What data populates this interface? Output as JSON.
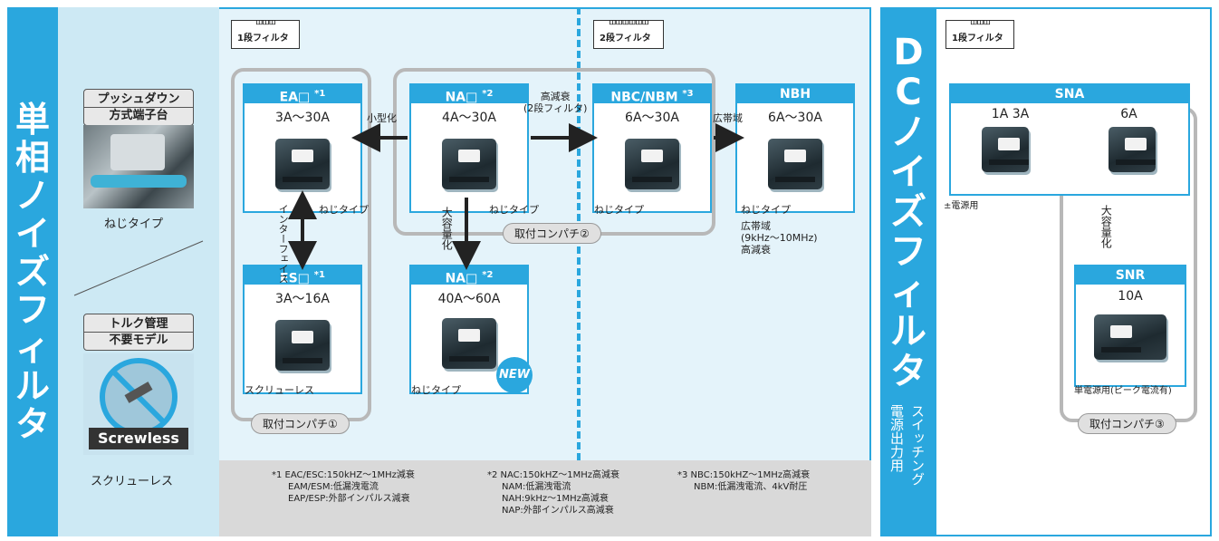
{
  "left_title": "単相ノイズフィルタ",
  "right_title": "DCノイズフィルタ",
  "right_subtitle": [
    "スイッチング",
    "電源出力用"
  ],
  "stage_labels": {
    "one": "1段フィルタ",
    "two": "2段フィルタ",
    "dc_one": "1段フィルタ",
    "coil_one": "ꟺꟺꟺ",
    "coil_two": "ꟺꟺꟺꟺꟺꟺ"
  },
  "left_panel": {
    "push_heading": [
      "プッシュダウン",
      "方式端子台"
    ],
    "push_caption": "ねじタイプ",
    "torque_heading": [
      "トルク管理",
      "不要モデル"
    ],
    "screwless_logo": "Screwless",
    "torque_caption": "スクリューレス"
  },
  "products": {
    "ea": {
      "name": "EA□",
      "mark": "*1",
      "range": "3A～30A",
      "caption": "ねじタイプ"
    },
    "na": {
      "name": "NA□",
      "mark": "*2",
      "range": "4A～30A",
      "caption": "ねじタイプ"
    },
    "nbc": {
      "name": "NBC/NBM",
      "mark": "*3",
      "range": "6A～30A",
      "caption": "ねじタイプ"
    },
    "nbh": {
      "name": "NBH",
      "mark": "",
      "range": "6A～30A",
      "caption": "ねじタイプ",
      "extra": [
        "広帯域",
        "(9kHz～10MHz)",
        "高減衰"
      ]
    },
    "es": {
      "name": "ES□",
      "mark": "*1",
      "range": "3A～16A",
      "caption": "スクリューレス"
    },
    "na2": {
      "name": "NA□",
      "mark": "*2",
      "range": "40A～60A",
      "caption": "ねじタイプ",
      "badge": "NEW"
    },
    "sna": {
      "name": "SNA",
      "range_a": "1A  3A",
      "range_b": "6A",
      "caption": "±電源用"
    },
    "snr": {
      "name": "SNR",
      "range": "10A",
      "caption": "単電源用(ピーク電流有)"
    }
  },
  "arrows": {
    "miniaturize": "小型化",
    "high_atten": [
      "高減衰",
      "(2段フィルタ)"
    ],
    "wideband": "広帯域",
    "interface": "インターフェイス",
    "large_capacity": "大容量化",
    "dc_large_capacity": "大容量化"
  },
  "compat": {
    "one": "取付コンパチ①",
    "two": "取付コンパチ②",
    "three": "取付コンパチ③"
  },
  "notes": {
    "n1": [
      "*1 EAC/ESC:150kHZ～1MHz減衰",
      "EAM/ESM:低漏洩電流",
      "EAP/ESP:外部インパルス減衰"
    ],
    "n2": [
      "*2 NAC:150kHZ～1MHz高減衰",
      "NAM:低漏洩電流",
      "NAH:9kHz～1MHz高減衰",
      "NAP:外部インパルス高減衰"
    ],
    "n3": [
      "*3 NBC:150kHZ～1MHz高減衰",
      "NBM:低漏洩電流、4kV耐圧"
    ]
  },
  "colors": {
    "accent": "#2aa7de",
    "group_border": "#b8b8b8"
  }
}
